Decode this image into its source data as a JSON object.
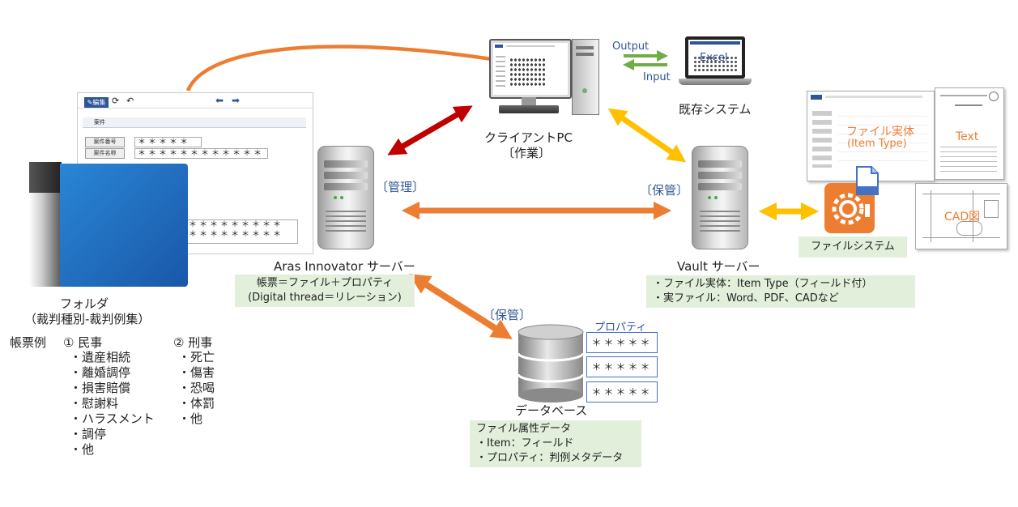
{
  "client_pc": {
    "label": "クライアントPC",
    "role": "〔作業〕"
  },
  "sync": {
    "output": "Output",
    "input": "Input"
  },
  "legacy": {
    "label": "既存システム",
    "screen_text": "Excel"
  },
  "aras": {
    "role": "〔管理〕",
    "label": "Aras Innovator サーバー",
    "note_line1": "帳票＝ファイル＋プロパティ",
    "note_line2": "(Digital thread＝リレーション)"
  },
  "vault": {
    "role": "〔保管〕",
    "label": "Vault サーバー",
    "note_line1": "・ファイル実体：Item Type（フィールド付）",
    "note_line2": "・実ファイル：Word、PDF、CADなど"
  },
  "db": {
    "role": "〔保管〕",
    "label": "データベース",
    "props_title": "プロパティ",
    "props": [
      "＊＊＊＊＊",
      "＊＊＊＊＊",
      "＊＊＊＊＊"
    ],
    "note_title": "ファイル属性データ",
    "note_line1": "・Item：フィールド",
    "note_line2": "・プロパティ：判例メタデータ"
  },
  "filesystem": {
    "label": "ファイルシステム",
    "doc_label": "ファイル実体",
    "doc_label2": "(Item Type)",
    "text_label": "Text",
    "cad_label": "CAD図"
  },
  "form": {
    "edit_button": "編集",
    "tab": "案件",
    "fields": [
      {
        "label": "案件番号",
        "value": "＊＊＊＊＊"
      },
      {
        "label": "案件名称",
        "value": "＊＊＊＊＊＊＊＊＊＊＊＊"
      }
    ],
    "memo_line1": "＊＊＊＊＊＊＊＊＊",
    "memo_line2": "＊＊＊＊＊＊＊＊＊"
  },
  "folder": {
    "label": "フォルダ",
    "sub": "（裁判種別-裁判例集）"
  },
  "forms_list": {
    "title": "帳票例",
    "civil_title": "① 民事",
    "civil_items": [
      "・遺産相続",
      "・離婚調停",
      "・損害賠償",
      "・慰謝料",
      "・ハラスメント",
      "・調停",
      "・他"
    ],
    "criminal_title": "② 刑事",
    "criminal_items": [
      "・死亡",
      "・傷害",
      "・恐喝",
      "・体罰",
      "・他"
    ]
  },
  "colors": {
    "orange": "#ed7d31",
    "red": "#c00000",
    "gold": "#ffc000",
    "green_arrow": "#70ad47",
    "note_bg": "#e2efda",
    "blue": "#4472c4",
    "folder_blue": "#1f6fc4"
  },
  "icons": [
    "edit-icon",
    "refresh-icon",
    "undo-icon",
    "arrow-left-icon",
    "arrow-right-icon",
    "gear-icon",
    "document-icon"
  ]
}
